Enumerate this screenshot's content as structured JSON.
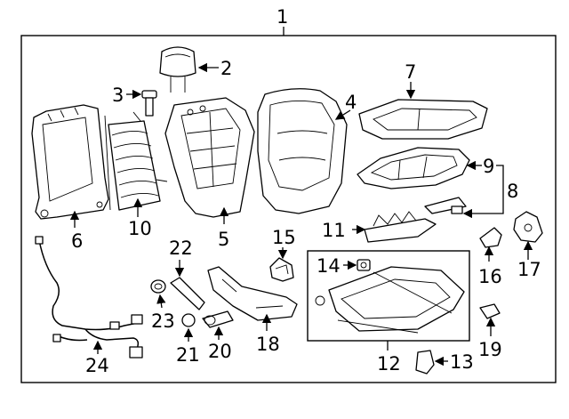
{
  "diagram": {
    "callouts": {
      "c1": "1",
      "c2": "2",
      "c3": "3",
      "c4": "4",
      "c5": "5",
      "c6": "6",
      "c7": "7",
      "c8": "8",
      "c9": "9",
      "c10": "10",
      "c11": "11",
      "c12": "12",
      "c13": "13",
      "c14": "14",
      "c15": "15",
      "c16": "16",
      "c17": "17",
      "c18": "18",
      "c19": "19",
      "c20": "20",
      "c21": "21",
      "c22": "22",
      "c23": "23",
      "c24": "24"
    },
    "line_color": "#000000",
    "background": "#ffffff"
  }
}
